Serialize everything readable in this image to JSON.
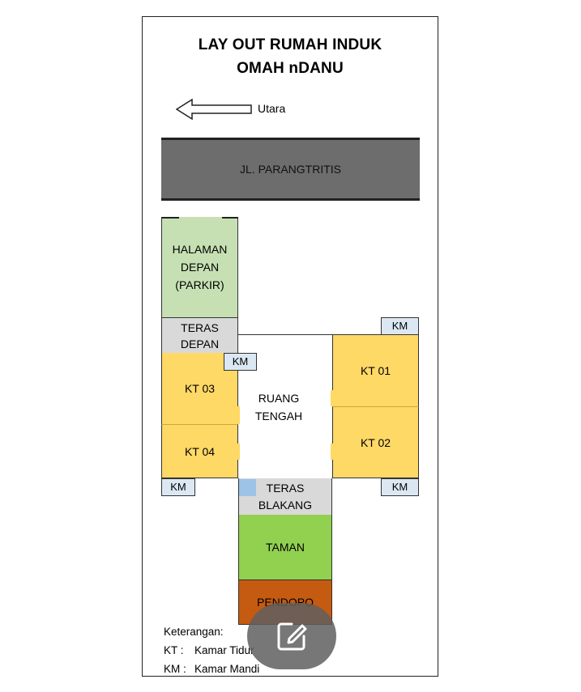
{
  "title": {
    "line1": "LAY OUT RUMAH INDUK",
    "line2": "OMAH nDANU"
  },
  "compass": {
    "label": "Utara",
    "icon": "left-arrow-icon"
  },
  "road": {
    "label": "JL. PARANGTRITIS"
  },
  "rooms": {
    "halaman": "HALAMAN\nDEPAN\n(PARKIR)",
    "teras_depan": "TERAS\nDEPAN",
    "kt01": "KT 01",
    "kt02": "KT 02",
    "kt03": "KT 03",
    "kt04": "KT 04",
    "ruang_tengah": "RUANG\nTENGAH",
    "teras_blakang": "TERAS\nBLAKANG",
    "taman": "TAMAN",
    "pendopo": "PENDOPO",
    "km": "KM"
  },
  "legend": {
    "heading": "Keterangan:",
    "kt_key": "KT :",
    "kt_value": "Kamar Tidur",
    "km_key": "KM :",
    "km_value": "Kamar Mandi"
  },
  "colors": {
    "road": "#6d6d6d",
    "halaman": "#c6e0b4",
    "teras": "#d9d9d9",
    "kamar_tidur": "#ffd966",
    "kamar_mandi": "#dbe8f3",
    "kamar_mandi_small": "#9dc3e6",
    "taman": "#92d050",
    "pendopo": "#c55a11"
  },
  "fab": {
    "icon": "edit-icon"
  }
}
